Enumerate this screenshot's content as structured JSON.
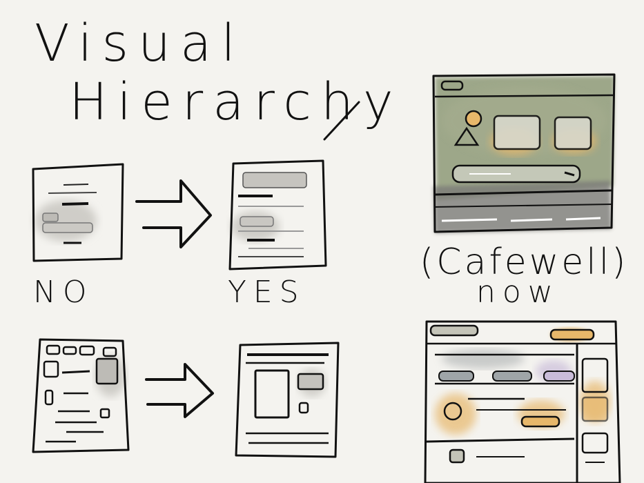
{
  "title": {
    "line1": "Visual",
    "line2": "Hierarchy"
  },
  "labels": {
    "no": "NO",
    "yes": "YES",
    "cafewell": "(Cafewell)",
    "now": "now"
  },
  "colors": {
    "paper": "#f4f3ef",
    "ink": "#111111",
    "gray_wash": "#c9c7c2",
    "green_wash": "#8f9a7a",
    "orange_wash": "#e7b76a",
    "purple_wash": "#c9bcd9"
  }
}
